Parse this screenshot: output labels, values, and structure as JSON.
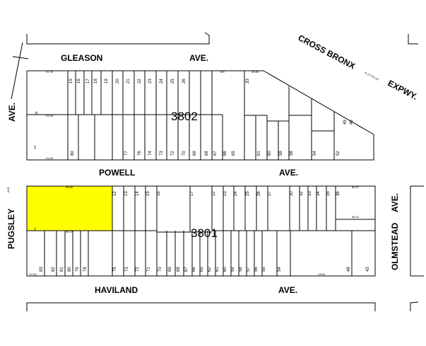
{
  "map_type": "tax block map",
  "highlight_color": "#ffff00",
  "streets": {
    "gleason": "GLEASON",
    "gleason_ave": "AVE.",
    "cross_bronx": "CROSS BRONX",
    "expwy": "EXPWY.",
    "expwy_note": "E 177TH ST",
    "powell": "POWELL",
    "powell_ave": "AVE.",
    "haviland": "HAVILAND",
    "haviland_ave": "AVE.",
    "pugsley": "PUGSLEY",
    "pugsley_ave_abbr": "AVE",
    "left_ave": "AVE.",
    "olmstead": "OLMSTEAD",
    "olmstead_ave": "AVE."
  },
  "blocks": [
    {
      "number": "3802",
      "lots_top": [
        "15",
        "16",
        "17",
        "18",
        "19",
        "20",
        "21",
        "22",
        "23",
        "24",
        "25",
        "26"
      ],
      "lots_bottom": [
        "80",
        "77",
        "76",
        "74",
        "73",
        "72",
        "70",
        "69",
        "68",
        "67",
        "66",
        "65"
      ],
      "lots_right": [
        "33",
        "61",
        "60",
        "59",
        "58",
        "54",
        "52",
        "45",
        "46"
      ],
      "lots_left": [
        "6",
        "1"
      ]
    },
    {
      "number": "3801",
      "lots_top": [
        "12",
        "13",
        "14",
        "15",
        "16",
        "17",
        "22",
        "23",
        "24",
        "25",
        "26",
        "27",
        "30",
        "32",
        "33",
        "34",
        "35",
        "36"
      ],
      "lots_bottom": [
        "83",
        "82",
        "81",
        "80",
        "79",
        "78",
        "75",
        "73",
        "72",
        "71",
        "70",
        "69",
        "68",
        "67",
        "66",
        "65",
        "62",
        "61",
        "60",
        "59",
        "58",
        "57",
        "56",
        "55",
        "54",
        "48",
        "43"
      ],
      "lots_left": [
        "1"
      ]
    }
  ],
  "dimensions": {
    "d1": "91.76",
    "d2": "91.83",
    "d3": "91.60",
    "d4": "100",
    "d5": "43.86",
    "d6": "96.56",
    "d7": "96.47",
    "d8": "97.62",
    "d9": "139.8",
    "d10": "85.97",
    "d11": "88.24"
  }
}
